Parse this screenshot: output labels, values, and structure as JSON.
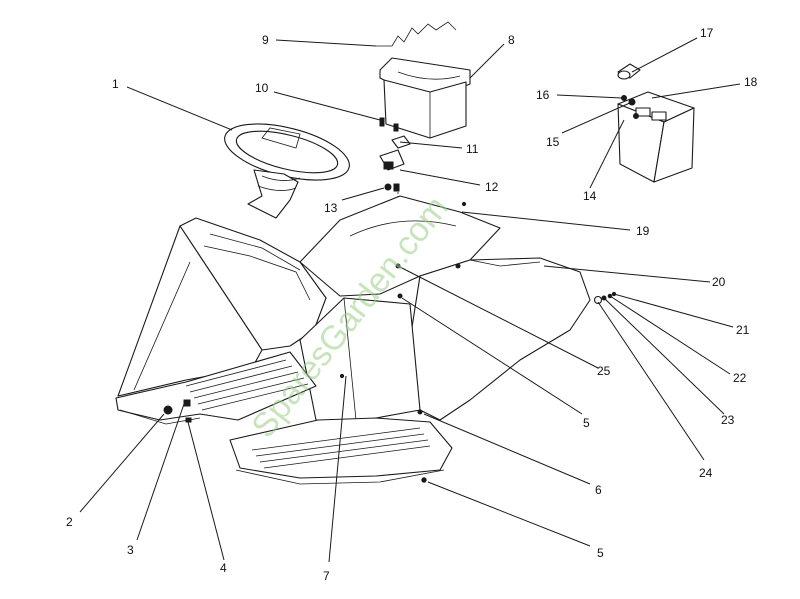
{
  "watermark": {
    "text": "SparesGarden.com",
    "color": "#9ccf86"
  },
  "callouts": [
    {
      "id": "c1",
      "label": "1"
    },
    {
      "id": "c2",
      "label": "2"
    },
    {
      "id": "c3",
      "label": "3"
    },
    {
      "id": "c4",
      "label": "4"
    },
    {
      "id": "c5a",
      "label": "5"
    },
    {
      "id": "c5b",
      "label": "5"
    },
    {
      "id": "c6",
      "label": "6"
    },
    {
      "id": "c7",
      "label": "7"
    },
    {
      "id": "c8",
      "label": "8"
    },
    {
      "id": "c9",
      "label": "9"
    },
    {
      "id": "c10",
      "label": "10"
    },
    {
      "id": "c11",
      "label": "11"
    },
    {
      "id": "c12",
      "label": "12"
    },
    {
      "id": "c13",
      "label": "13"
    },
    {
      "id": "c14",
      "label": "14"
    },
    {
      "id": "c15",
      "label": "15"
    },
    {
      "id": "c16",
      "label": "16"
    },
    {
      "id": "c17",
      "label": "17"
    },
    {
      "id": "c18",
      "label": "18"
    },
    {
      "id": "c19",
      "label": "19"
    },
    {
      "id": "c20",
      "label": "20"
    },
    {
      "id": "c21",
      "label": "21"
    },
    {
      "id": "c22",
      "label": "22"
    },
    {
      "id": "c23",
      "label": "23"
    },
    {
      "id": "c24",
      "label": "24"
    },
    {
      "id": "c25",
      "label": "25"
    }
  ]
}
